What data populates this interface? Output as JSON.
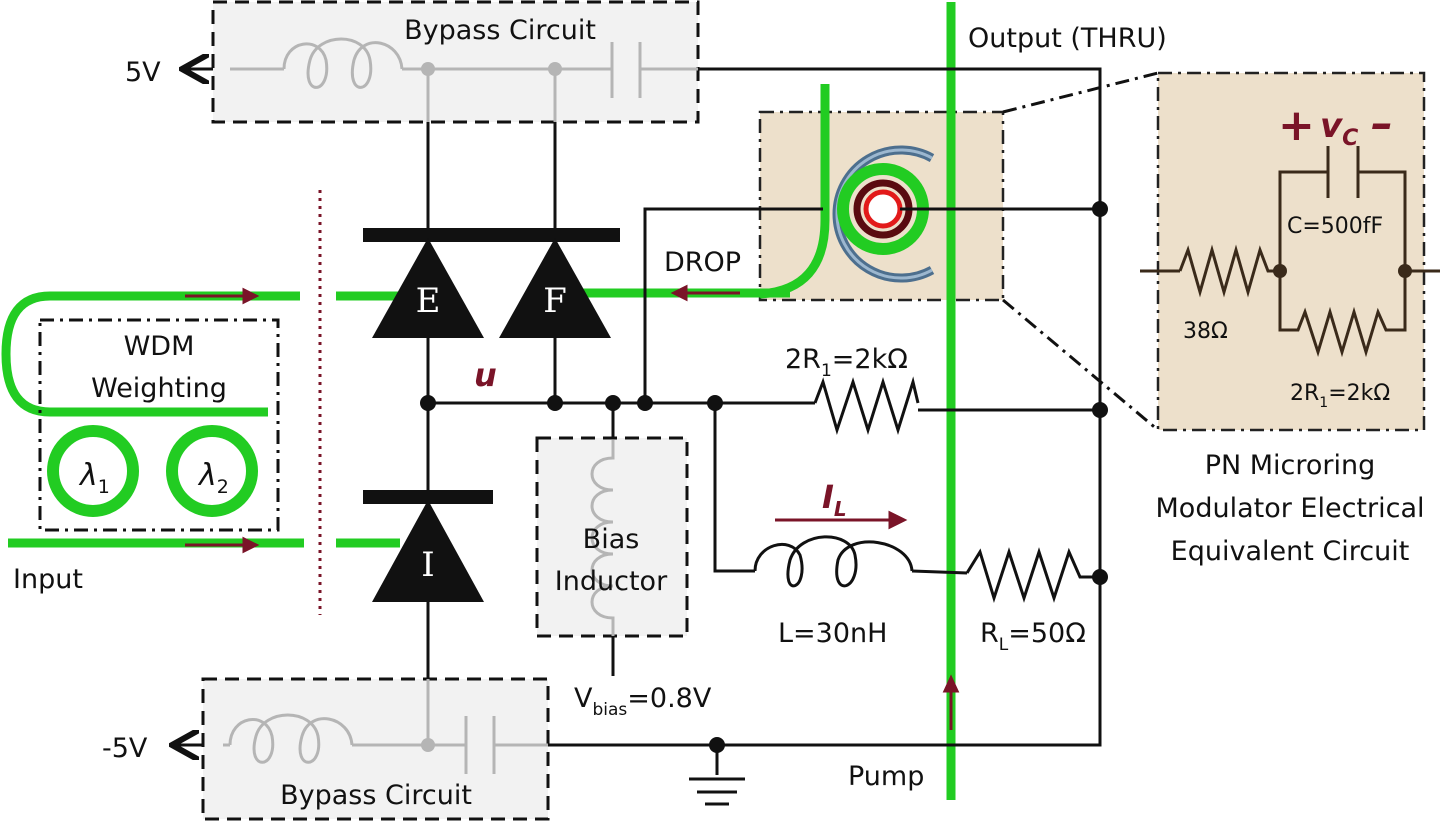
{
  "colors": {
    "waveguide": "#22cc22",
    "accent": "#7a1428",
    "bypass_fill": "#f2f2f2",
    "equiv_fill": "#ede0cb",
    "gray_wire": "#b5b5b5"
  },
  "labels": {
    "bypass_top": "Bypass Circuit",
    "bypass_bottom": "Bypass Circuit",
    "v_plus": "5V",
    "v_minus": "-5V",
    "output": "Output (THRU)",
    "drop": "DROP",
    "wdm_line1": "WDM",
    "wdm_line2": "Weighting",
    "lambda1": "λ",
    "lambda1_sub": "1",
    "lambda2": "λ",
    "lambda2_sub": "2",
    "input": "Input",
    "pump": "Pump",
    "node_u": "u",
    "diode_e": "E",
    "diode_f": "F",
    "diode_i": "I",
    "bias_line1": "Bias",
    "bias_line2": "Inductor",
    "vbias_main": "V",
    "vbias_sub": "bias",
    "vbias_val": "=0.8V",
    "r1_a": "2R",
    "r1_sub": "1",
    "r1_b": "=2kΩ",
    "il_main": "I",
    "il_sub": "L",
    "inductor": "L=30nH",
    "rl_a": "R",
    "rl_sub": "L",
    "rl_b": "=50Ω",
    "vc_plus": "+",
    "vc_main": "v",
    "vc_sub": "C",
    "vc_minus": "–",
    "cap": "C=500fF",
    "r38": "38Ω",
    "eq_r1_a": "2R",
    "eq_r1_sub": "1",
    "eq_r1_b": "=2kΩ",
    "caption_1": "PN Microring",
    "caption_2": "Modulator Electrical",
    "caption_3": "Equivalent Circuit"
  }
}
